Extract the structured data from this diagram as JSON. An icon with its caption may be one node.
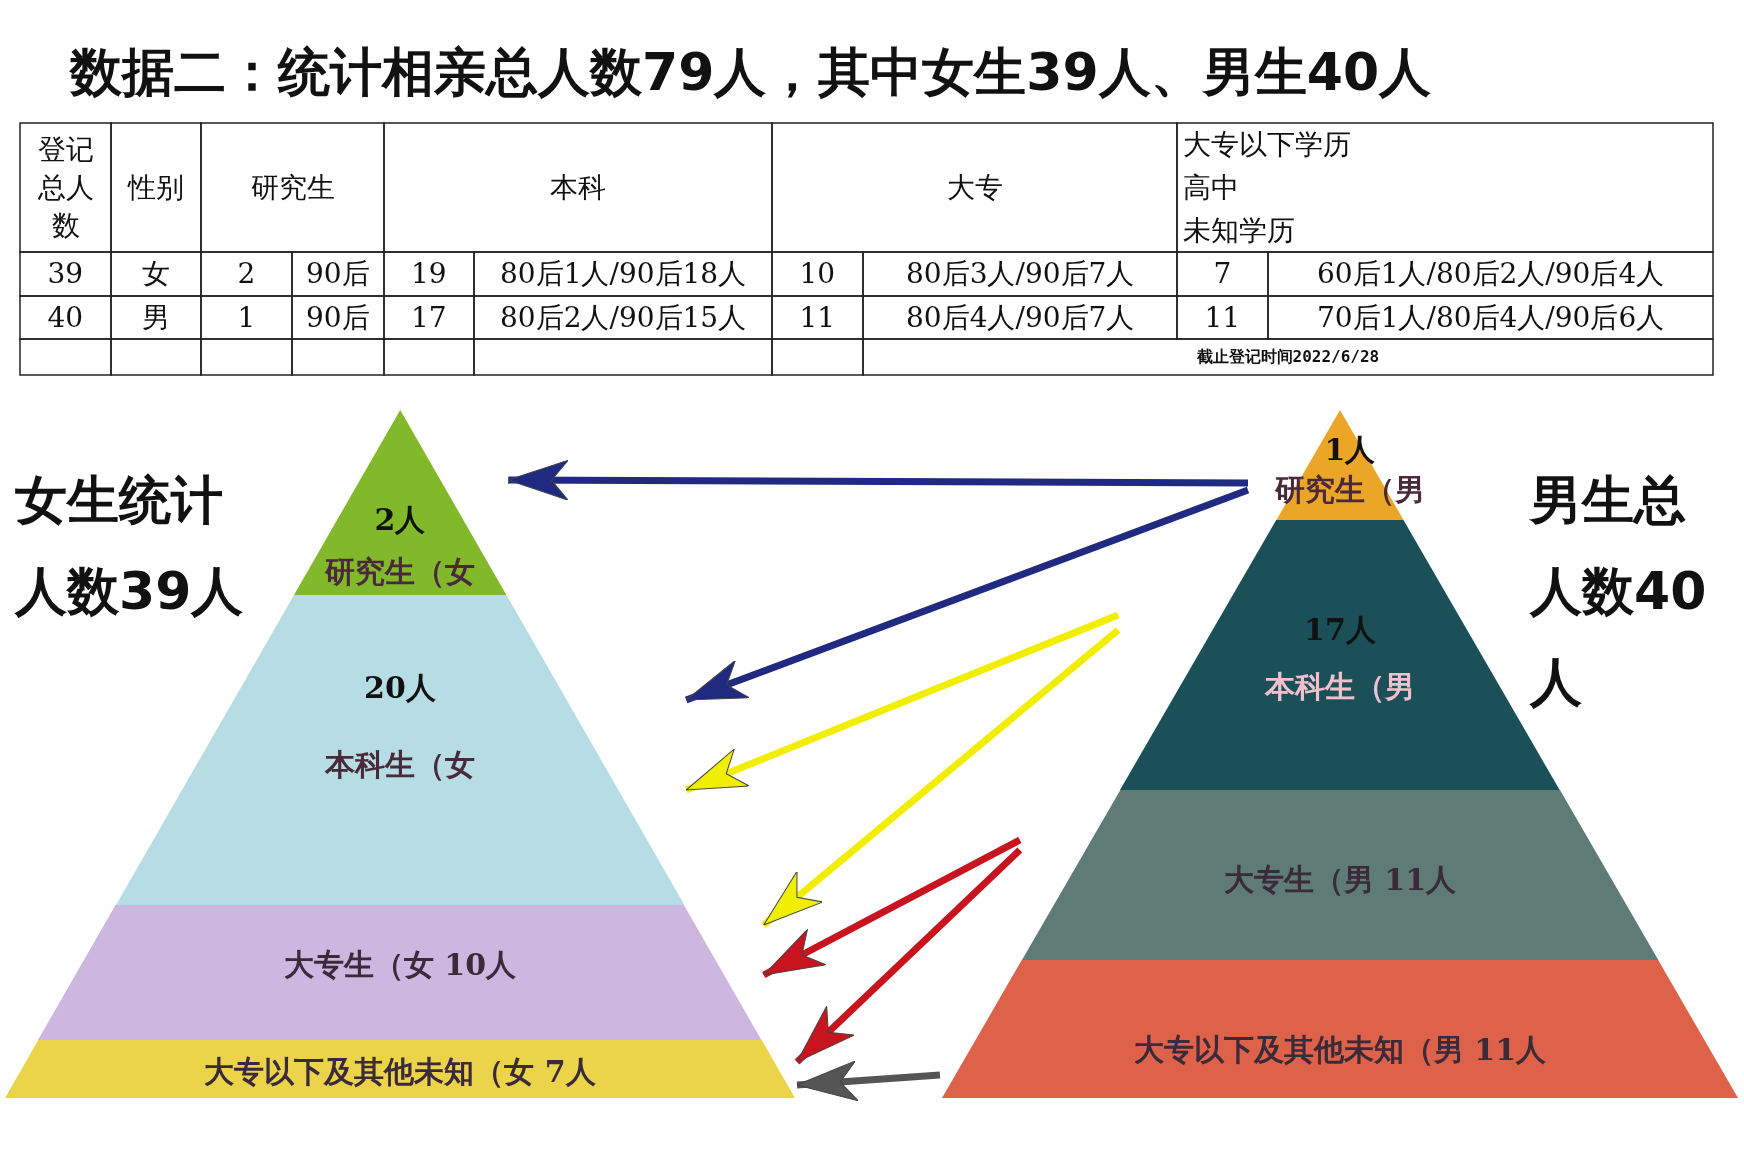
{
  "diagram": {
    "title": "数据二：统计相亲总人数79人，其中女生39人、男生40人",
    "nodes": [
      {
        "text": [
          "2人",
          "研究生（女"
        ]
      },
      {
        "text": [
          "20人",
          "本科生（女"
        ]
      },
      {
        "text": [
          "大专生（女 10人"
        ]
      },
      {
        "text": [
          "大专以下及其他未知（女 7人"
        ]
      },
      {
        "text": [
          "1人",
          "研究生（男"
        ]
      },
      {
        "text": [
          "17人",
          "本科生（男"
        ]
      },
      {
        "text": [
          "大专生（男 11人"
        ]
      },
      {
        "text": [
          "大专以下及其他未知（男 11人"
        ]
      }
    ],
    "edges": [
      {
        "from": 4,
        "to": 0,
        "arrow": "to",
        "color": "#1f2a80"
      },
      {
        "from": 4,
        "to": 1,
        "arrow": "to",
        "color": "#1f2a80"
      },
      {
        "from": 5,
        "to": 1,
        "arrow": "to",
        "color": "#f2ee00"
      },
      {
        "from": 5,
        "to": 2,
        "arrow": "to",
        "color": "#f2ee00"
      },
      {
        "from": 6,
        "to": 2,
        "arrow": "to",
        "color": "#c8141e"
      },
      {
        "from": 6,
        "to": 3,
        "arrow": "to",
        "color": "#c8141e"
      },
      {
        "from": 7,
        "to": 3,
        "arrow": "to",
        "color": "#555555"
      }
    ],
    "labels": [
      "登记总人数",
      "性别",
      "研究生",
      "本科",
      "大专",
      "大专以下学历",
      "高中",
      "未知学历",
      "39",
      "女",
      "2",
      "90后",
      "19",
      "80后1人/90后18人",
      "10",
      "80后3人/90后7人",
      "7",
      "60后1人/80后2人/90后4人",
      "40",
      "男",
      "1",
      "90后",
      "17",
      "80后2人/90后15人",
      "11",
      "80后4人/90后7人",
      "11",
      "70后1人/80后4人/90后6人",
      "截止登记时间2022/6/28",
      "女生统计人数39人",
      "男生总人数40人"
    ]
  }
}
